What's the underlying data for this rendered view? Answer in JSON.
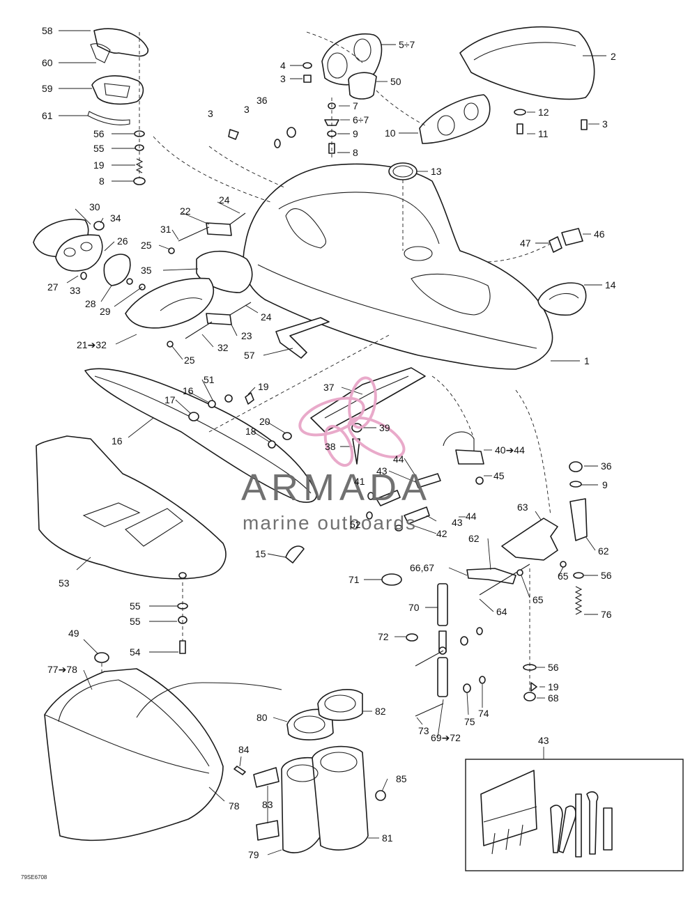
{
  "figure_code": "79SE6708",
  "watermark": {
    "brand": "ARMADA",
    "tagline": "marine outboards",
    "brand_color": "#7a7a7a",
    "logo_color": "#e8a6c8"
  },
  "callouts": {
    "c58": "58",
    "c60": "60",
    "c59": "59",
    "c61": "61",
    "c56a": "56",
    "c55a": "55",
    "c19a": "19",
    "c8a": "8",
    "c4": "4",
    "c3a": "3",
    "c5_7": "5÷7",
    "c50": "50",
    "c7": "7",
    "c6_7": "6÷7",
    "c9a": "9",
    "c8b": "8",
    "c10": "10",
    "c2": "2",
    "c12": "12",
    "c3b": "3",
    "c11": "11",
    "c3c": "3",
    "c3d": "3",
    "c36a": "36",
    "c13": "13",
    "c24a": "24",
    "c22": "22",
    "c31": "31",
    "c25a": "25",
    "c35": "35",
    "c30": "30",
    "c34": "34",
    "c26": "26",
    "c27": "27",
    "c33": "33",
    "c28": "28",
    "c29": "29",
    "c21_32": "21➔32",
    "c24b": "24",
    "c23": "23",
    "c32": "32",
    "c25b": "25",
    "c57": "57",
    "c47": "47",
    "c46": "46",
    "c14": "14",
    "c1": "1",
    "c16a": "16",
    "c51": "51",
    "c19b": "19",
    "c17": "17",
    "c16b": "16",
    "c20": "20",
    "c18": "18",
    "c37": "37",
    "c39": "39",
    "c38": "38",
    "c40_44": "40➔44",
    "c44a": "44",
    "c43a": "43",
    "c45": "45",
    "c41": "41",
    "c52": "52",
    "c43b": "43",
    "c44b": "44",
    "c42": "42",
    "c53": "53",
    "c15": "15",
    "c36b": "36",
    "c9b": "9",
    "c63": "63",
    "c62a": "62",
    "c62b": "62",
    "c65a": "65",
    "c56b": "56",
    "c65b": "65",
    "c66_67": "66,67",
    "c64": "64",
    "c71": "71",
    "c70": "70",
    "c76": "76",
    "c55b": "55",
    "c55c": "55",
    "c54": "54",
    "c49": "49",
    "c77_78": "77➔78",
    "c72": "72",
    "c56c": "56",
    "c19c": "19",
    "c68": "68",
    "c75": "75",
    "c74": "74",
    "c73": "73",
    "c69_72": "69➔72",
    "c80": "80",
    "c82": "82",
    "c84": "84",
    "c85": "85",
    "c78": "78",
    "c83": "83",
    "c81": "81",
    "c79": "79",
    "c43box": "43"
  }
}
